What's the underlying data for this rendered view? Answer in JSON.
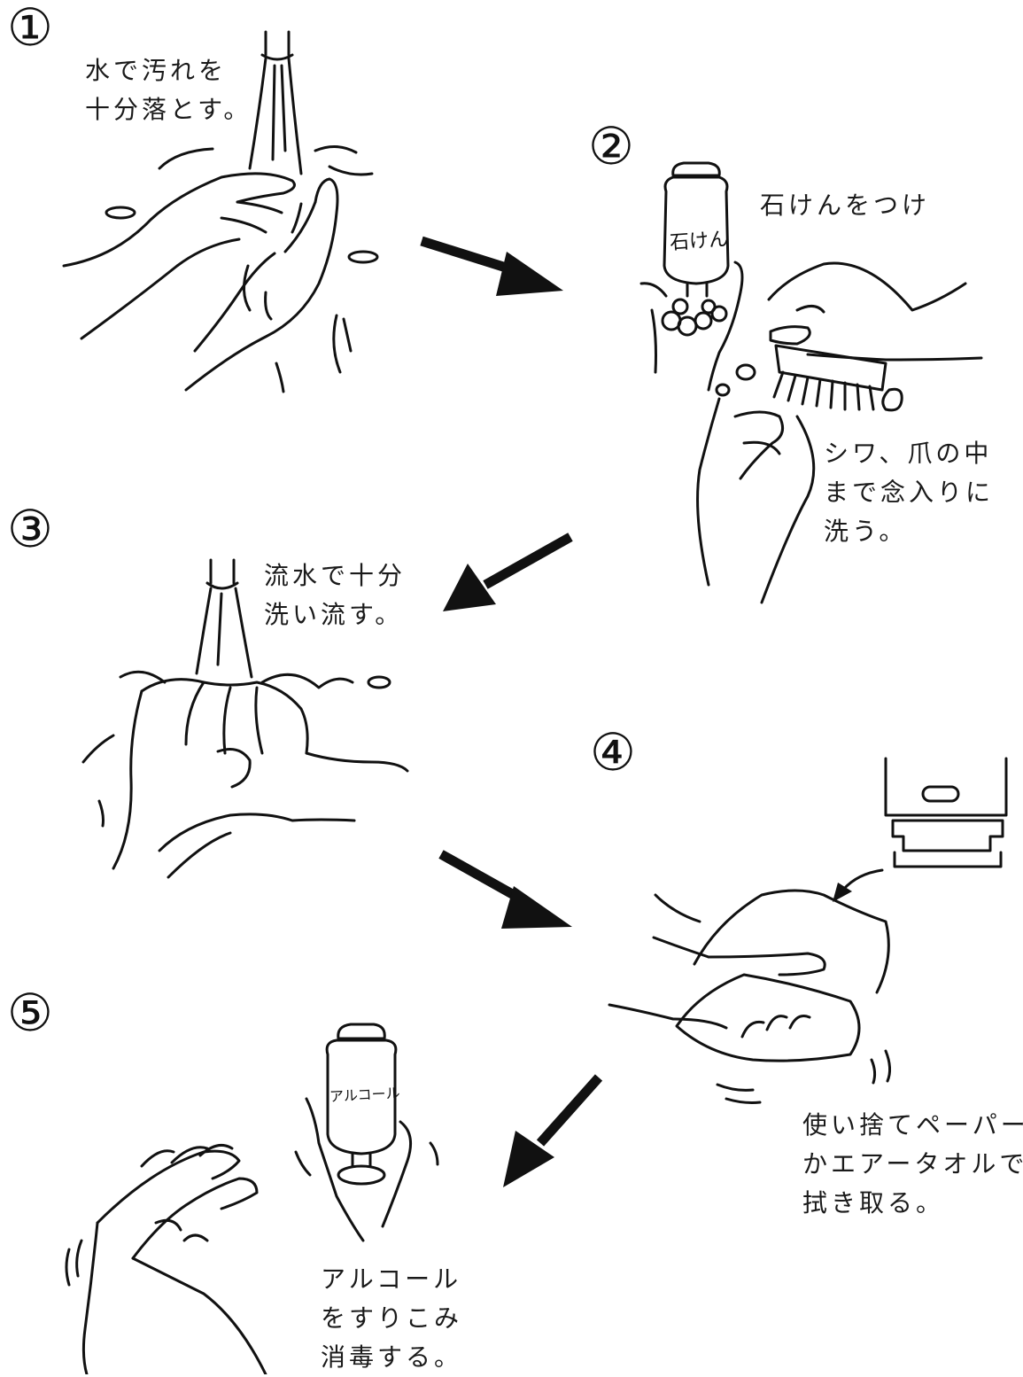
{
  "steps": [
    {
      "number": "①",
      "lines": [
        "水で汚れを",
        "十分落とす。"
      ]
    },
    {
      "number": "②",
      "lines": [
        "石けんをつけ"
      ],
      "lines2": [
        "シワ、爪の中",
        "まで念入りに",
        "洗う。"
      ],
      "bottle_label": "石けん"
    },
    {
      "number": "③",
      "lines": [
        "流水で十分",
        "洗い流す。"
      ]
    },
    {
      "number": "④",
      "lines": [
        "使い捨てペーパー",
        "かエアータオルで",
        "拭き取る。"
      ]
    },
    {
      "number": "⑤",
      "lines": [
        "アルコール",
        "をすりこみ",
        "消毒する。"
      ],
      "bottle_label": "アルコール"
    }
  ]
}
